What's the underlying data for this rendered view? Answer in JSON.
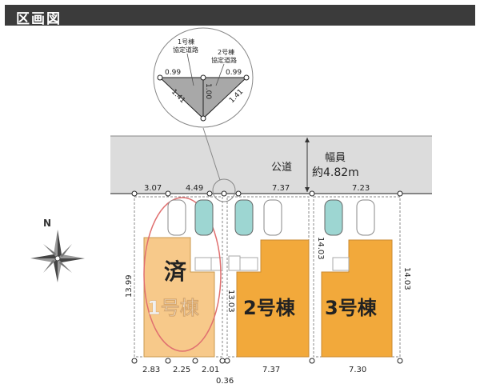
{
  "header": {
    "title": "区画図"
  },
  "road": {
    "label": "公道",
    "width_label": "幅員",
    "width_value": "約4.82m"
  },
  "inset": {
    "lot1_label_line1": "1号棟",
    "lot1_label_line2": "協定道路",
    "lot2_label_line1": "2号棟",
    "lot2_label_line2": "協定道路",
    "dim_left_top": "0.99",
    "dim_right_top": "0.99",
    "dim_center": "1.00",
    "dim_left_diag": "1.41",
    "dim_right_diag": "1.41"
  },
  "compass": {
    "north": "N"
  },
  "lots": [
    {
      "name": "1号棟",
      "status": "済",
      "frontage_a": "3.07",
      "frontage_b": "4.49",
      "depth": "13.99",
      "bottom_a": "2.83",
      "bottom_b": "2.25",
      "bottom_c": "2.01",
      "bottom_d": "0.36"
    },
    {
      "name": "2号棟",
      "frontage": "7.37",
      "depth": "13.03",
      "bottom": "7.37"
    },
    {
      "name": "3号棟",
      "frontage": "7.23",
      "depth_left": "14.03",
      "depth_right": "14.03",
      "bottom": "7.30"
    }
  ],
  "colors": {
    "building": "#f2a93b",
    "building_sold": "#f7c98a",
    "road": "#dcdcdc",
    "sold_circle": "#e07070",
    "car": "#9dd6d2"
  }
}
